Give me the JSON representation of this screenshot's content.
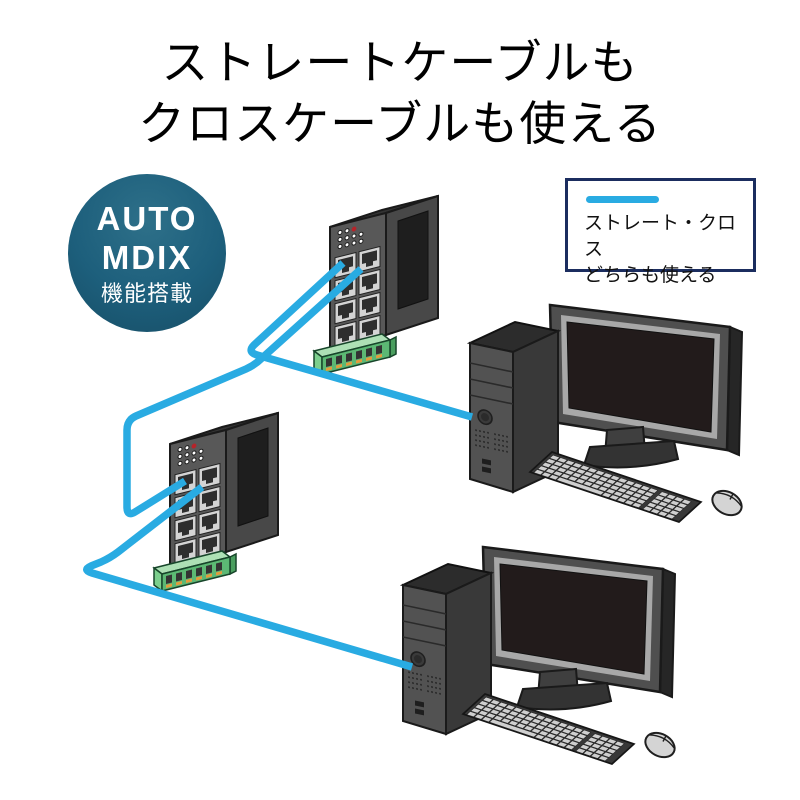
{
  "title": {
    "line1": "ストレートケーブルも",
    "line2": "クロスケーブルも使える"
  },
  "badge": {
    "line1": "AUTO",
    "line2": "MDIX",
    "line3": "機能搭載",
    "bg_color": "#1d5f7c",
    "text_color": "#ffffff"
  },
  "legend": {
    "line1": "ストレート・クロス",
    "line2": "どちらも使える",
    "border_color": "#1b2d5f",
    "sample_color": "#29abe2"
  },
  "colors": {
    "cable": "#29abe2",
    "switch_front": "#585858",
    "switch_side": "#484848",
    "switch_top": "#333333",
    "tower_front": "#525252",
    "terminal_green": "#5cb874",
    "led_red": "#b5242a",
    "monitor_screen": "#221b1b",
    "background": "#ffffff"
  },
  "diagram": {
    "nodes": [
      {
        "id": "switch-1",
        "type": "8-port LAN switch"
      },
      {
        "id": "switch-2",
        "type": "8-port LAN switch"
      },
      {
        "id": "computer-1",
        "type": "desktop computer"
      },
      {
        "id": "computer-2",
        "type": "desktop computer"
      }
    ],
    "connections": [
      {
        "from": "switch-1",
        "to": "computer-1"
      },
      {
        "from": "switch-1",
        "to": "switch-2"
      },
      {
        "from": "switch-2",
        "to": "computer-2"
      }
    ]
  }
}
